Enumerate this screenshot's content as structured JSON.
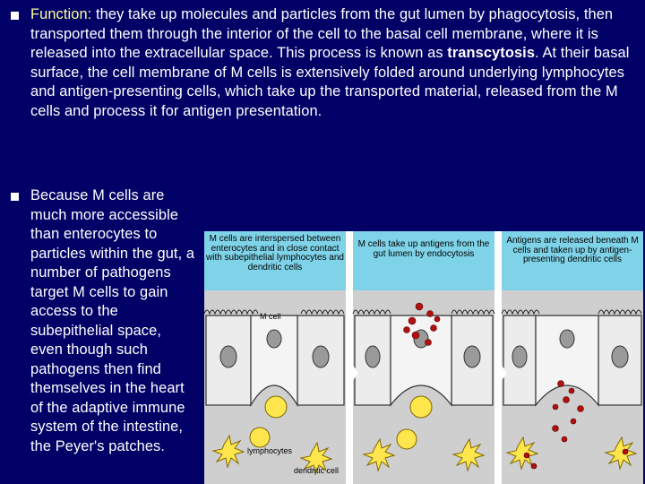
{
  "bullet1": {
    "label": "Function:",
    "text": " they take up molecules and particles from the gut lumen by phagocytosis, then transported them through the interior of the cell to the basal cell membrane, where it is released into the extracellular space. This process is known as ",
    "bold_term": "transcytosis",
    "text2": ". At their basal surface, the cell membrane of M cells is extensively folded around underlying lymphocytes and antigen-presenting cells, which take up the transported material, released from the M cells and process it for antigen presentation."
  },
  "bullet2": {
    "text": "Because M cells are much more accessible than enterocytes to particles within the gut, a number of pathogens target M cells to gain access to the subepithelial space, even though such pathogens then find themselves in the heart of the adaptive immune system of the intestine, the Peyer's patches."
  },
  "figure": {
    "panel1_caption": "M cells are interspersed between enterocytes and in close contact with subepithelial lymphocytes and dendritic cells",
    "panel2_caption": "M cells take up antigens from the gut lumen by endocytosis",
    "panel3_caption": "Antigens are released beneath M cells and taken up by antigen-presenting dendritic cells",
    "label_mcell": "M cell",
    "label_lymphocytes": "lymphocytes",
    "label_dendritic": "dendritic cell"
  },
  "colors": {
    "background": "#000066",
    "highlight": "#ffff99",
    "caption_bg": "#7fd3e8",
    "cell_fill": "#e8e8e8",
    "lymphocyte": "#ffe64d",
    "antigen": "#b01010"
  }
}
